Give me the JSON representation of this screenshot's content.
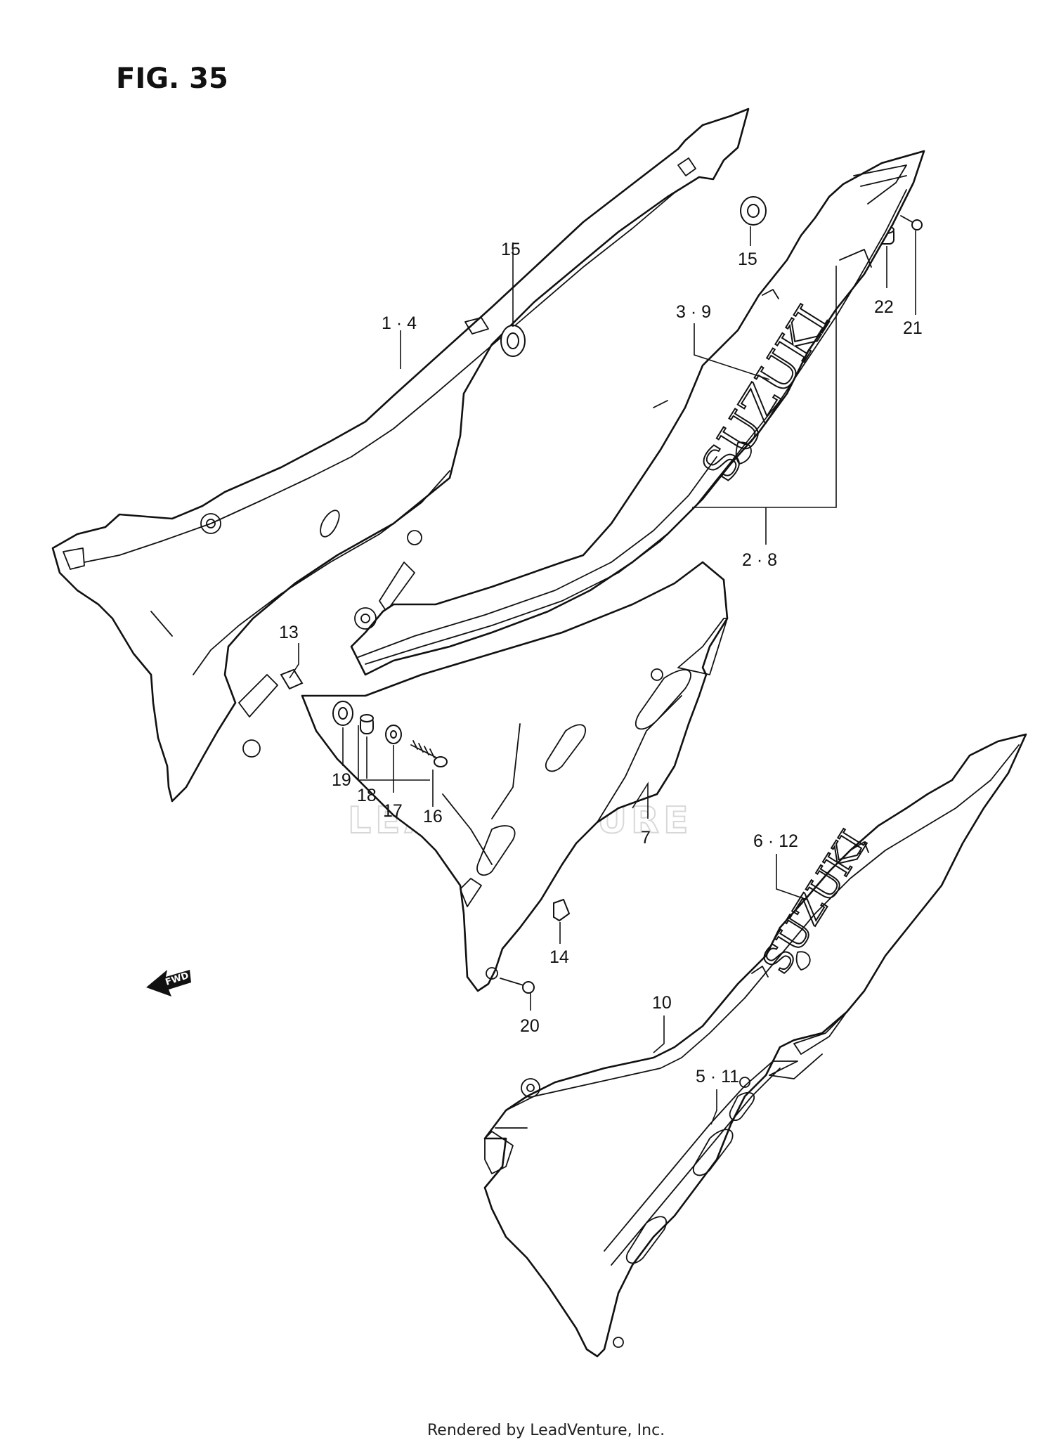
{
  "figure": {
    "title": "FIG. 35",
    "fwd_label": "FWD",
    "brand_mark": "SUZUKI",
    "watermark": "LEADVENTURE",
    "footer": "Rendered by LeadVenture, Inc."
  },
  "callouts": {
    "c1_4": "1 · 4",
    "c15a": "15",
    "c15b": "15",
    "c3_9": "3 · 9",
    "c22": "22",
    "c21": "21",
    "c2_8": "2 · 8",
    "c13": "13",
    "c19": "19",
    "c18": "18",
    "c17": "17",
    "c16": "16",
    "c7": "7",
    "c6_12": "6 · 12",
    "c14": "14",
    "c20": "20",
    "c10": "10",
    "c5_11": "5 · 11"
  }
}
